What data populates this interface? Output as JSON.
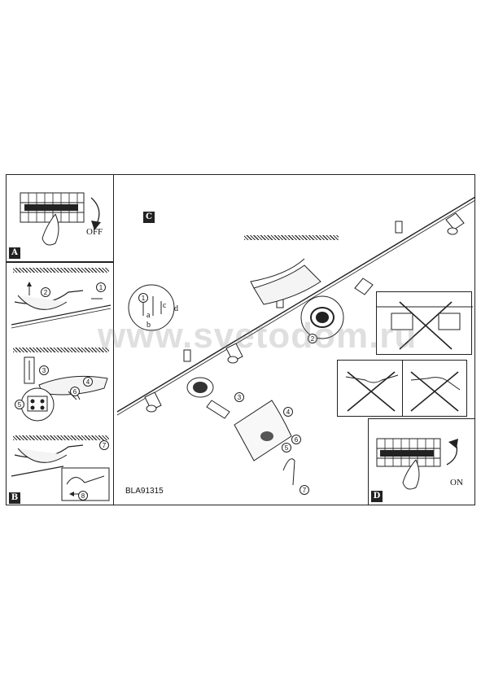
{
  "panels": {
    "a": {
      "letter": "A",
      "action_label": "OFF"
    },
    "b": {
      "letter": "B",
      "steps": [
        "1",
        "2",
        "3",
        "4",
        "5",
        "6",
        "7",
        "8"
      ]
    },
    "c": {
      "letter": "C",
      "steps": [
        "1",
        "2",
        "3",
        "4",
        "5",
        "6",
        "7"
      ],
      "wire_labels": [
        "a",
        "b",
        "c",
        "d"
      ]
    },
    "d": {
      "letter": "D",
      "action_label": "ON"
    }
  },
  "model_code": "BLA91315",
  "watermark": "www.svetodom.ru",
  "colors": {
    "line": "#222222",
    "hatch": "#333333",
    "watermark": "#8c8c8c"
  }
}
